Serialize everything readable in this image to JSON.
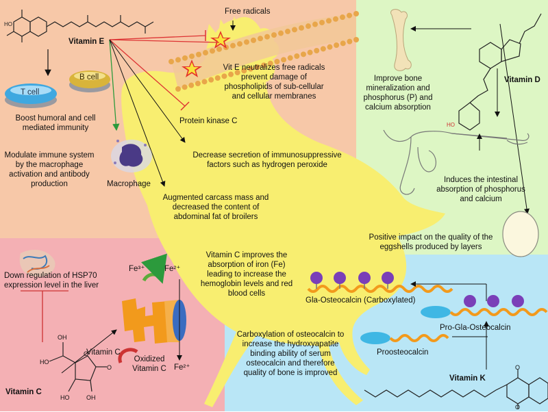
{
  "colors": {
    "vitE_bg": "#f7c8a8",
    "vitD_bg": "#ddf6c4",
    "vitC_bg": "#f4b0b4",
    "vitK_bg": "#b9e6f6",
    "chicken": "#f8ee70",
    "membrane": "#e8a64a",
    "protein": "#f29a1c",
    "protein_blue": "#3a6cc0",
    "purple": "#7a3fb8",
    "cyan_pill": "#3fb7e4"
  },
  "vit_e": {
    "title": "Vitamin E",
    "free_radicals": "Free radicals",
    "neutralize": "Vit E neutralizes free radicals prevent damage of phospholipids of sub-cellular and cellular membranes",
    "pkc": "Protein kinase C",
    "t_cell": "T cell",
    "b_cell": "B cell",
    "boost": "Boost humoral and cell mediated immunity",
    "modulate": "Modulate immune system by the macrophage activation and antibody production",
    "macrophage": "Macrophage",
    "decrease": "Decrease secretion of immunosuppressive factors such as hydrogen peroxide",
    "carcass": "Augmented carcass mass and decreased the content of abdominal fat of broilers"
  },
  "vit_d": {
    "title": "Vitamin D",
    "bone": "Improve bone mineralization and phosphorus (P) and calcium absorption",
    "hydroxyl": "HO",
    "intestinal": "Induces the intestinal absorption of phosphorus and calcium",
    "eggshell": "Positive impact on the quality of the eggshells produced by layers"
  },
  "vit_c": {
    "title": "Vitamin C",
    "hsp70": "Down regulation of HSP70 expression level in the liver",
    "iron": "Vitamin C improves the absorption of iron (Fe) leading to increase the hemoglobin levels and red blood cells",
    "fe3": "Fe³⁺",
    "fe2": "Fe²⁺",
    "fe2_bottom": "Fe²⁺",
    "vitamin_c_label": "Vitamin C",
    "oxidized": "Oxidized Vitamin C",
    "oh1": "OH",
    "oh2": "HO",
    "ho_bottom1": "HO",
    "oh_bottom2": "OH",
    "o1": "O",
    "o2": "O"
  },
  "vit_k": {
    "title": "Vitamin K",
    "gla": "Gla-Osteocalcin (Carboxylated)",
    "pro_gla": "Pro-Gla-Osteocalcin",
    "proosteo": "Proosteocalcin",
    "carboxylation": "Carboxylation of osteocalcin to increase the hydroxyapatite binding ability of serum osteocalcin and therefore quality of bone is improved",
    "o_top": "O",
    "o_bottom": "O"
  }
}
